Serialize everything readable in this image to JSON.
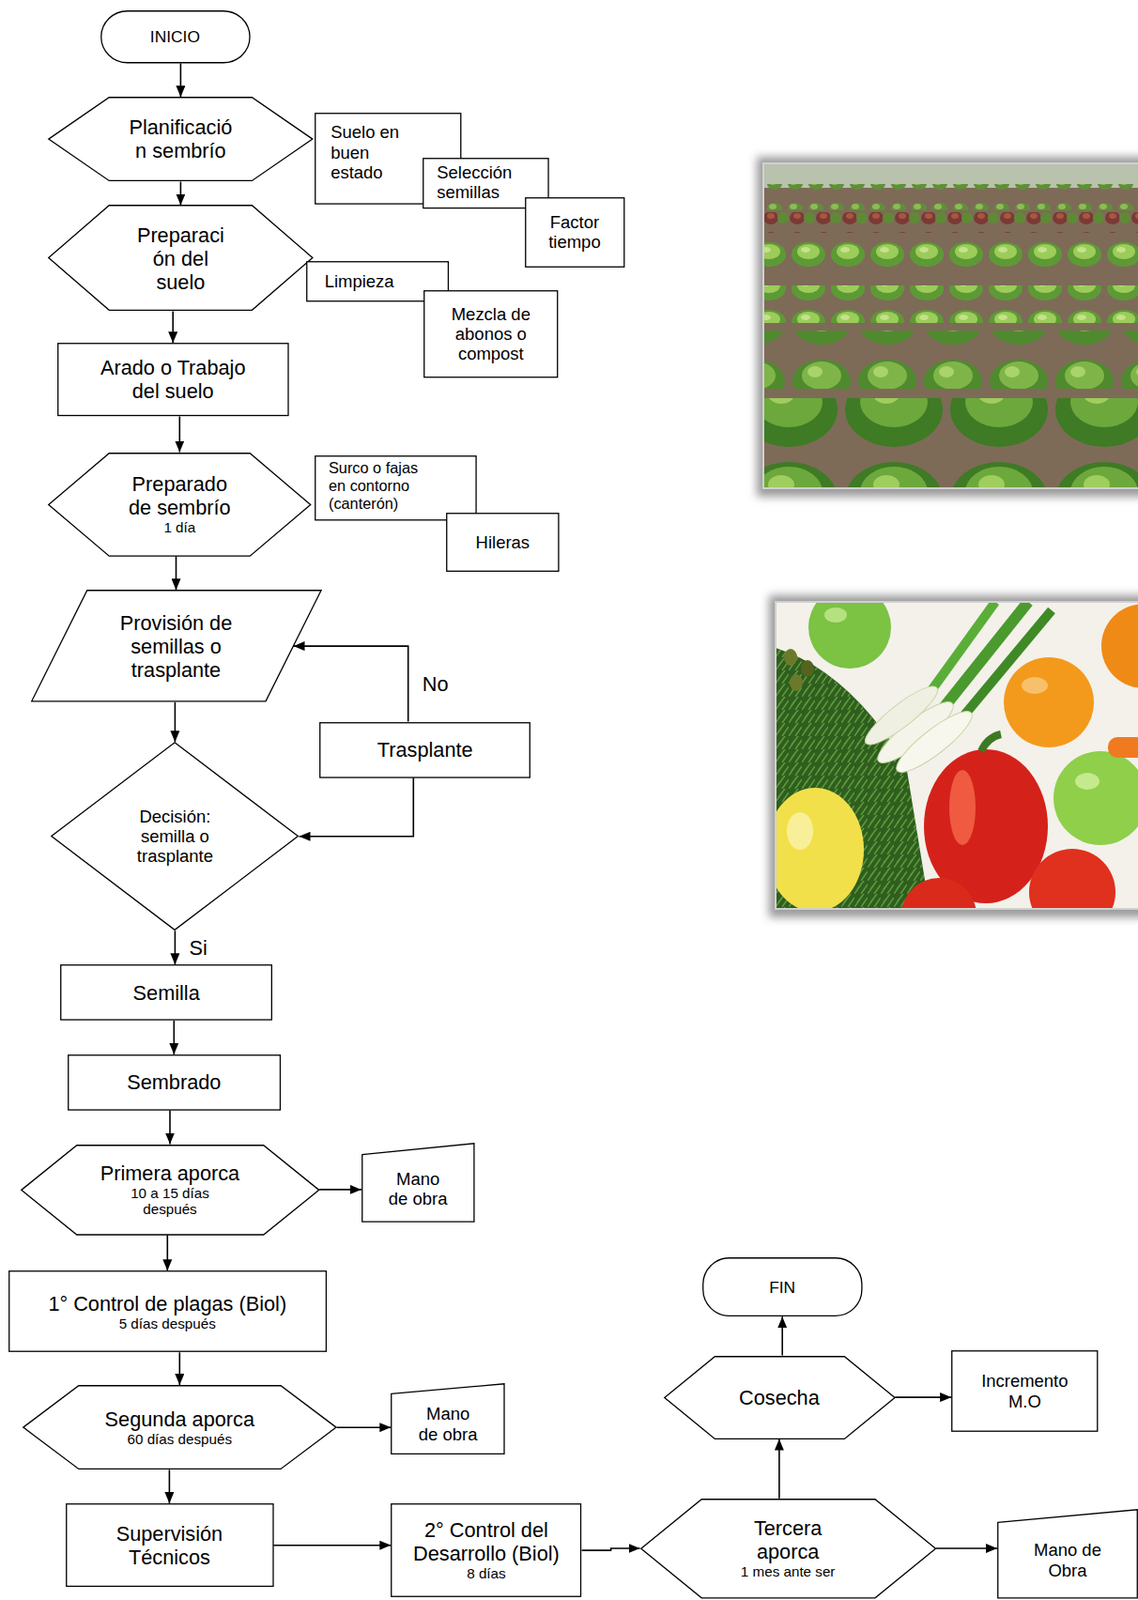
{
  "diagram": {
    "nodes": [
      {
        "text": [
          "INICIO"
        ]
      },
      {
        "text": [
          "Planificació n sembrío"
        ]
      },
      {
        "text": [
          "Suelo en buen estado"
        ]
      },
      {
        "text": [
          "Selección semillas"
        ]
      },
      {
        "text": [
          "Factor tiempo"
        ]
      },
      {
        "text": [
          "Preparaci ón del suelo"
        ]
      },
      {
        "text": [
          "Limpieza"
        ]
      },
      {
        "text": [
          "Mezcla de abonos o compost"
        ]
      },
      {
        "text": [
          "Arado o Trabajo del suelo"
        ]
      },
      {
        "text": [
          "Preparado de sembrío",
          "1 día"
        ]
      },
      {
        "text": [
          "Surco o fajas en contorno (canterón)"
        ]
      },
      {
        "text": [
          "Hileras"
        ]
      },
      {
        "text": [
          "Provisión de semillas o trasplante"
        ]
      },
      {
        "text": [
          "Trasplante"
        ]
      },
      {
        "text": [
          "Decisión: semilla o trasplante"
        ]
      },
      {
        "text": [
          "Semilla"
        ]
      },
      {
        "text": [
          "Sembrado"
        ]
      },
      {
        "text": [
          "Primera aporca",
          "10 a 15 días después"
        ]
      },
      {
        "text": [
          "Mano de obra"
        ]
      },
      {
        "text": [
          "1° Control de plagas (Biol)",
          "5 días después"
        ]
      },
      {
        "text": [
          "Segunda aporca",
          "60 días después"
        ]
      },
      {
        "text": [
          "Mano de obra"
        ]
      },
      {
        "text": [
          "Supervisión Técnicos"
        ]
      },
      {
        "text": [
          "2° Control del Desarrollo (Biol)",
          "8 días"
        ]
      },
      {
        "text": [
          "Tercera aporca",
          "1 mes ante ser"
        ]
      },
      {
        "text": [
          "Mano de Obra"
        ]
      },
      {
        "text": [
          "Cosecha"
        ]
      },
      {
        "text": [
          "Incremento M.O"
        ]
      },
      {
        "text": [
          "FIN"
        ]
      }
    ],
    "edges": [
      {
        "from": 0,
        "to": 1,
        "arrow": "to"
      },
      {
        "from": 1,
        "to": 5,
        "arrow": "to"
      },
      {
        "from": 5,
        "to": 8,
        "arrow": "to"
      },
      {
        "from": 8,
        "to": 9,
        "arrow": "to"
      },
      {
        "from": 9,
        "to": 12,
        "arrow": "to"
      },
      {
        "from": 12,
        "to": 14,
        "arrow": "to"
      },
      {
        "from": 13,
        "to": 12,
        "label": "No",
        "arrow": "to"
      },
      {
        "from": 13,
        "to": 14,
        "arrow": "to"
      },
      {
        "from": 14,
        "to": 15,
        "label": "Si",
        "arrow": "to"
      },
      {
        "from": 15,
        "to": 16,
        "arrow": "to"
      },
      {
        "from": 16,
        "to": 17,
        "arrow": "to"
      },
      {
        "from": 17,
        "to": 18,
        "arrow": "to"
      },
      {
        "from": 17,
        "to": 19,
        "arrow": "to"
      },
      {
        "from": 19,
        "to": 20,
        "arrow": "to"
      },
      {
        "from": 20,
        "to": 21,
        "arrow": "to"
      },
      {
        "from": 20,
        "to": 22,
        "arrow": "to"
      },
      {
        "from": 22,
        "to": 23,
        "arrow": "to"
      },
      {
        "from": 23,
        "to": 24,
        "arrow": "to"
      },
      {
        "from": 24,
        "to": 25,
        "arrow": "to"
      },
      {
        "from": 24,
        "to": 26,
        "arrow": "to"
      },
      {
        "from": 26,
        "to": 27,
        "arrow": "to"
      },
      {
        "from": 26,
        "to": 28,
        "arrow": "to"
      }
    ]
  }
}
